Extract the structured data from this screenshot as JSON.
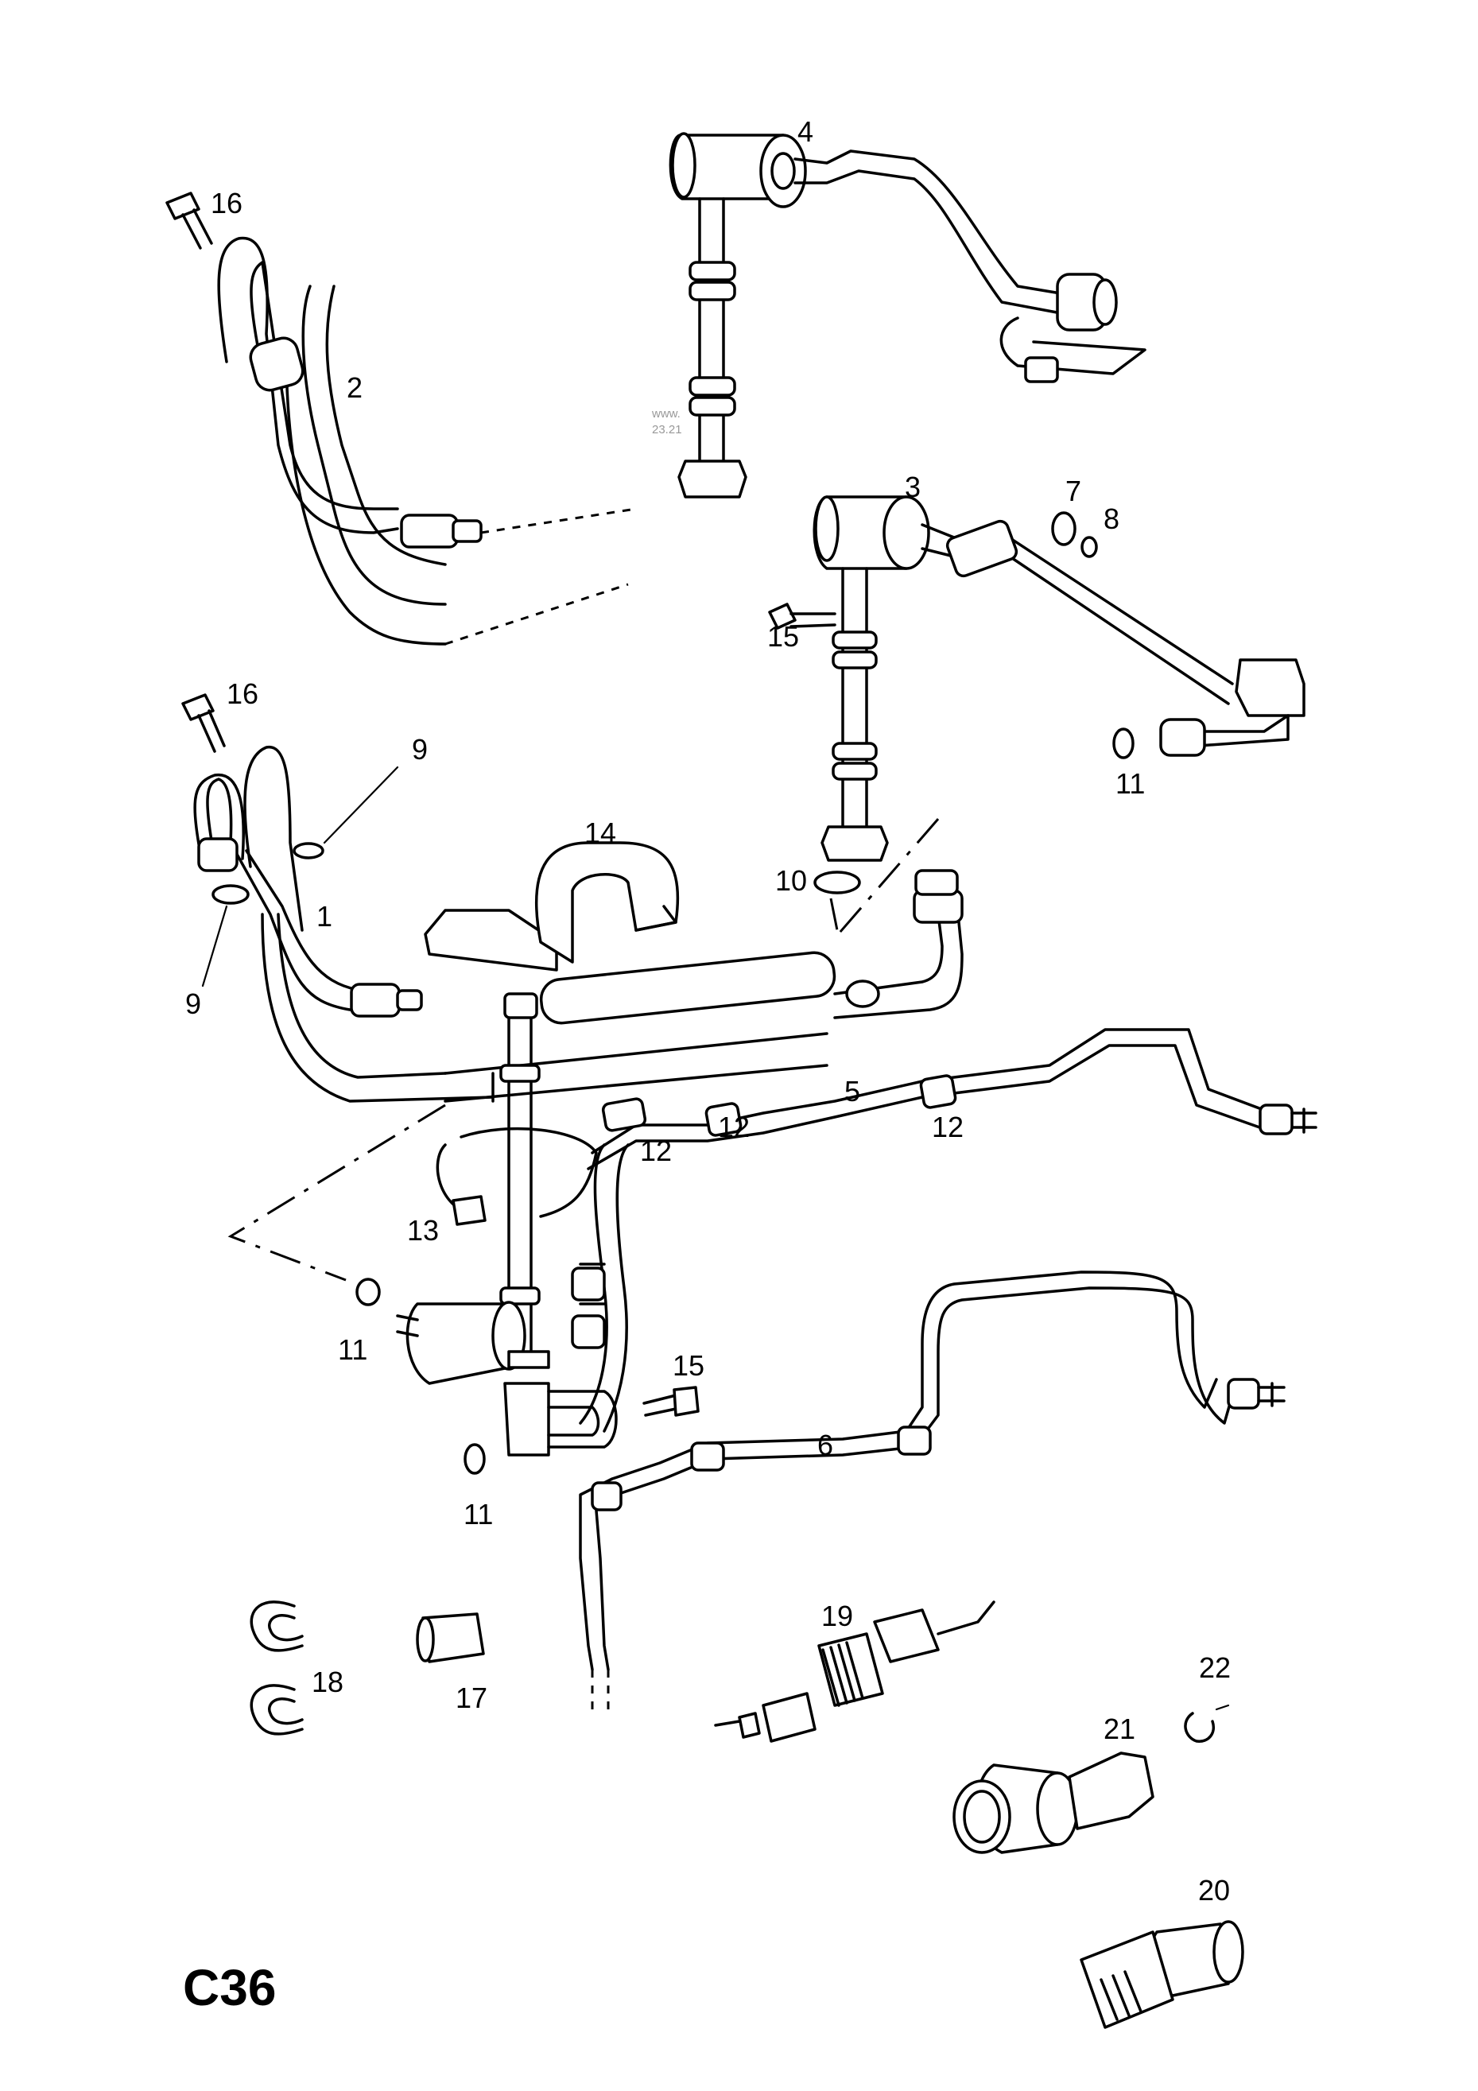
{
  "diagram_code": "C36",
  "watermark": [
    "www.",
    "23.21"
  ],
  "callouts": {
    "n1": "1",
    "n2": "2",
    "n3": "3",
    "n4": "4",
    "n5": "5",
    "n6": "6",
    "n7": "7",
    "n8": "8",
    "n9a": "9",
    "n9b": "9",
    "n10": "10",
    "n11a": "11",
    "n11b": "11",
    "n11c": "11",
    "n12a": "12",
    "n12b": "12",
    "n12c": "12",
    "n13": "13",
    "n14": "14",
    "n15a": "15",
    "n15b": "15",
    "n16a": "16",
    "n16b": "16",
    "n17": "17",
    "n18": "18",
    "n19": "19",
    "n20": "20",
    "n21": "21",
    "n22": "22"
  }
}
